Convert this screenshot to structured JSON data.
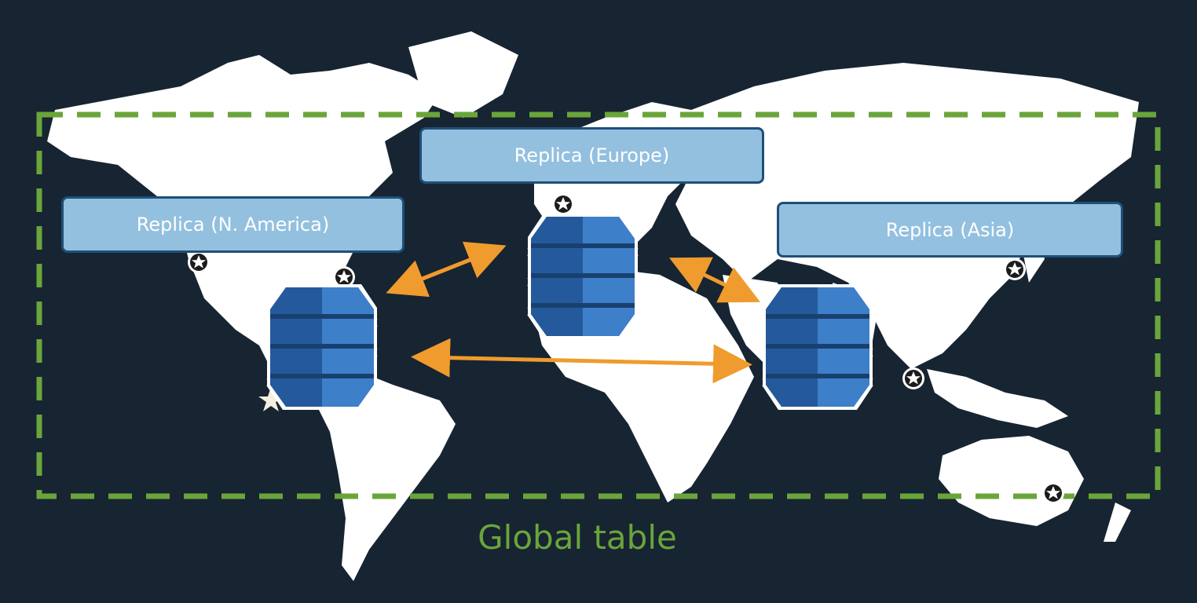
{
  "replicas": [
    {
      "id": "na",
      "label": "Replica (N. America)"
    },
    {
      "id": "eu",
      "label": "Replica (Europe)"
    },
    {
      "id": "asia",
      "label": "Replica (Asia)"
    }
  ],
  "caption": "Global table",
  "colors": {
    "background": "#172432",
    "land": "#ffffff",
    "boundary": "#6aa53a",
    "label_fill": "#93c0df",
    "label_border": "#1e4f78",
    "database": "#2e6cb5",
    "arrow": "#ef9b2d"
  },
  "connections": [
    {
      "from": "na",
      "to": "eu"
    },
    {
      "from": "eu",
      "to": "asia"
    },
    {
      "from": "na",
      "to": "asia"
    }
  ],
  "icons": {
    "database": "dynamodb-database-icon",
    "region_marker": "region-star-icon"
  }
}
